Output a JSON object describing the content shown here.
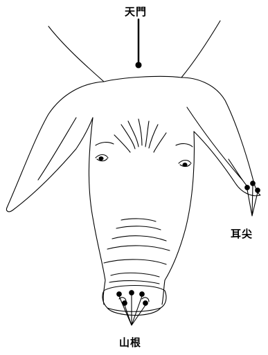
{
  "labels": {
    "tianmen": "天門",
    "erjian": "耳尖",
    "shangen": "山根"
  },
  "colors": {
    "ink": "#000000",
    "background": "#ffffff"
  }
}
